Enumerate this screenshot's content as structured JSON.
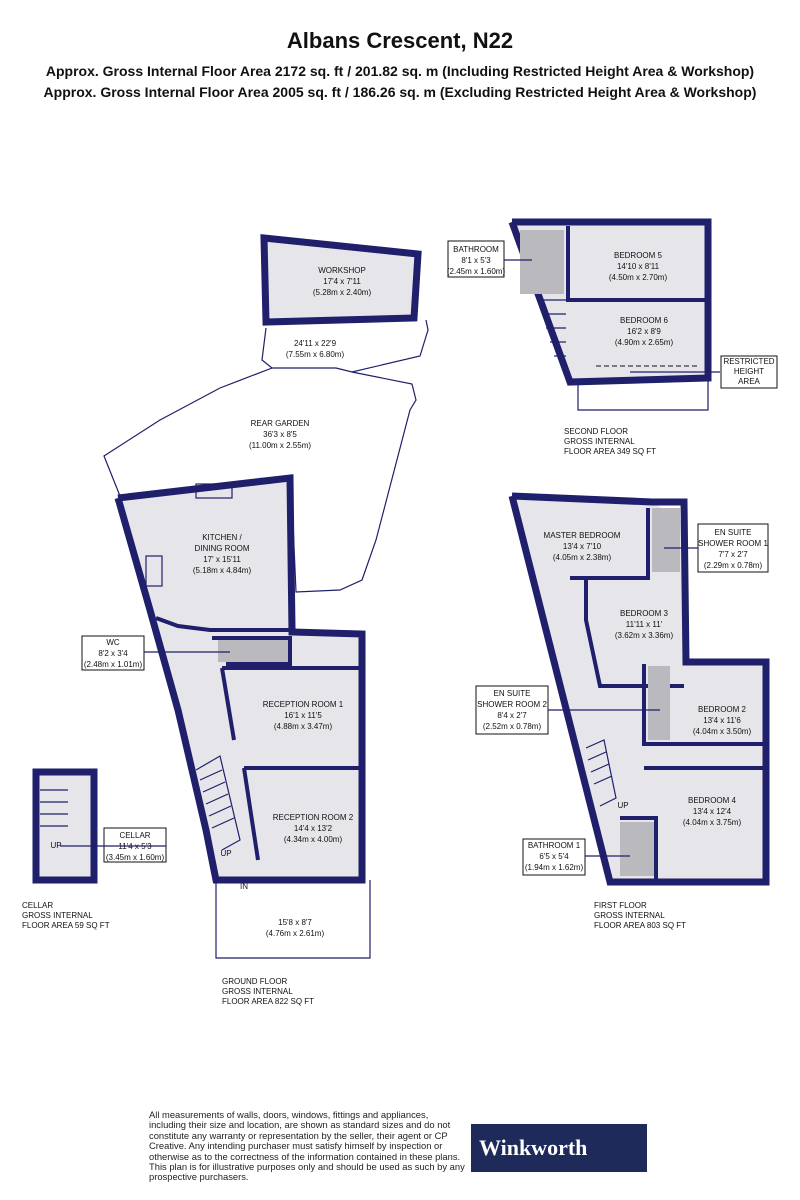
{
  "header": {
    "title": "Albans Crescent, N22",
    "area_incl": "Approx. Gross Internal Floor Area 2172 sq. ft / 201.82 sq. m (Including Restricted Height Area & Workshop)",
    "area_excl": "Approx. Gross Internal Floor Area 2005 sq. ft / 186.26 sq. m (Excluding Restricted Height Area & Workshop)"
  },
  "rooms": {
    "workshop": {
      "name": "WORKSHOP",
      "imp": "17'4 x 7'11",
      "met": "(5.28m x 2.40m)"
    },
    "yard": {
      "imp": "24'11 x 22'9",
      "met": "(7.55m x 6.80m)"
    },
    "garden": {
      "name": "REAR GARDEN",
      "imp": "36'3 x 8'5",
      "met": "(11.00m x 2.55m)"
    },
    "kitchen": {
      "name1": "KITCHEN /",
      "name2": "DINING ROOM",
      "imp": "17' x 15'11",
      "met": "(5.18m x 4.84m)"
    },
    "wc": {
      "name": "WC",
      "imp": "8'2 x 3'4",
      "met": "(2.48m x 1.01m)"
    },
    "reception1": {
      "name": "RECEPTION ROOM 1",
      "imp": "16'1 x 11'5",
      "met": "(4.88m x 3.47m)"
    },
    "reception2": {
      "name": "RECEPTION ROOM 2",
      "imp": "14'4 x 13'2",
      "met": "(4.34m x 4.00m)"
    },
    "front": {
      "imp": "15'8 x 8'7",
      "met": "(4.76m x 2.61m)"
    },
    "cellar": {
      "name": "CELLAR",
      "imp": "11'4 x 5'3",
      "met": "(3.45m x 1.60m)"
    },
    "bathroom2f": {
      "name": "BATHROOM",
      "imp": "8'1 x 5'3",
      "met": "(2.45m x 1.60m)"
    },
    "bedroom5": {
      "name": "BEDROOM 5",
      "imp": "14'10 x 8'11",
      "met": "(4.50m x 2.70m)"
    },
    "bedroom6": {
      "name": "BEDROOM 6",
      "imp": "16'2 x 8'9",
      "met": "(4.90m x 2.65m)"
    },
    "restricted": {
      "l1": "RESTRICTED",
      "l2": "HEIGHT",
      "l3": "AREA"
    },
    "master": {
      "name": "MASTER BEDROOM",
      "imp": "13'4 x 7'10",
      "met": "(4.05m x 2.38m)"
    },
    "ensuite1": {
      "l1": "EN SUITE",
      "l2": "SHOWER ROOM 1",
      "imp": "7'7 x 2'7",
      "met": "(2.29m x 0.78m)"
    },
    "bedroom3": {
      "name": "BEDROOM 3",
      "imp": "11'11 x 11'",
      "met": "(3.62m x 3.36m)"
    },
    "ensuite2": {
      "l1": "EN SUITE",
      "l2": "SHOWER ROOM 2",
      "imp": "8'4 x 2'7",
      "met": "(2.52m x 0.78m)"
    },
    "bedroom2": {
      "name": "BEDROOM 2",
      "imp": "13'4 x 11'6",
      "met": "(4.04m x 3.50m)"
    },
    "bedroom4": {
      "name": "BEDROOM 4",
      "imp": "13'4 x 12'4",
      "met": "(4.04m x 3.75m)"
    },
    "bathroom1": {
      "name": "BATHROOM 1",
      "imp": "6'5 x 5'4",
      "met": "(1.94m x 1.62m)"
    }
  },
  "floors": {
    "cellar": {
      "l1": "CELLAR",
      "l2": "GROSS INTERNAL",
      "l3": "FLOOR AREA 59 SQ FT"
    },
    "ground": {
      "l1": "GROUND FLOOR",
      "l2": "GROSS INTERNAL",
      "l3": "FLOOR AREA 822 SQ FT"
    },
    "first": {
      "l1": "FIRST FLOOR",
      "l2": "GROSS INTERNAL",
      "l3": "FLOOR AREA 803 SQ FT"
    },
    "second": {
      "l1": "SECOND FLOOR",
      "l2": "GROSS INTERNAL",
      "l3": "FLOOR AREA 349 SQ FT"
    }
  },
  "markers": {
    "up": "UP",
    "in": "IN"
  },
  "disclaimer": "All measurements of walls, doors, windows, fittings and appliances, including their size and location, are shown as standard sizes and do not constitute any warranty or representation by the seller, their agent or CP Creative. Any intending purchaser must satisfy himself by inspection or otherwise as to the correctness of the information contained in these plans. This plan is for illustrative purposes only and should be used as such by any prospective purchasers.",
  "logo": "Winkworth",
  "colors": {
    "wall": "#1f1f6b",
    "room_fill": "#e6e6ea",
    "wet_fill": "#b9b9be",
    "logo_bg": "#1e2a5a"
  }
}
